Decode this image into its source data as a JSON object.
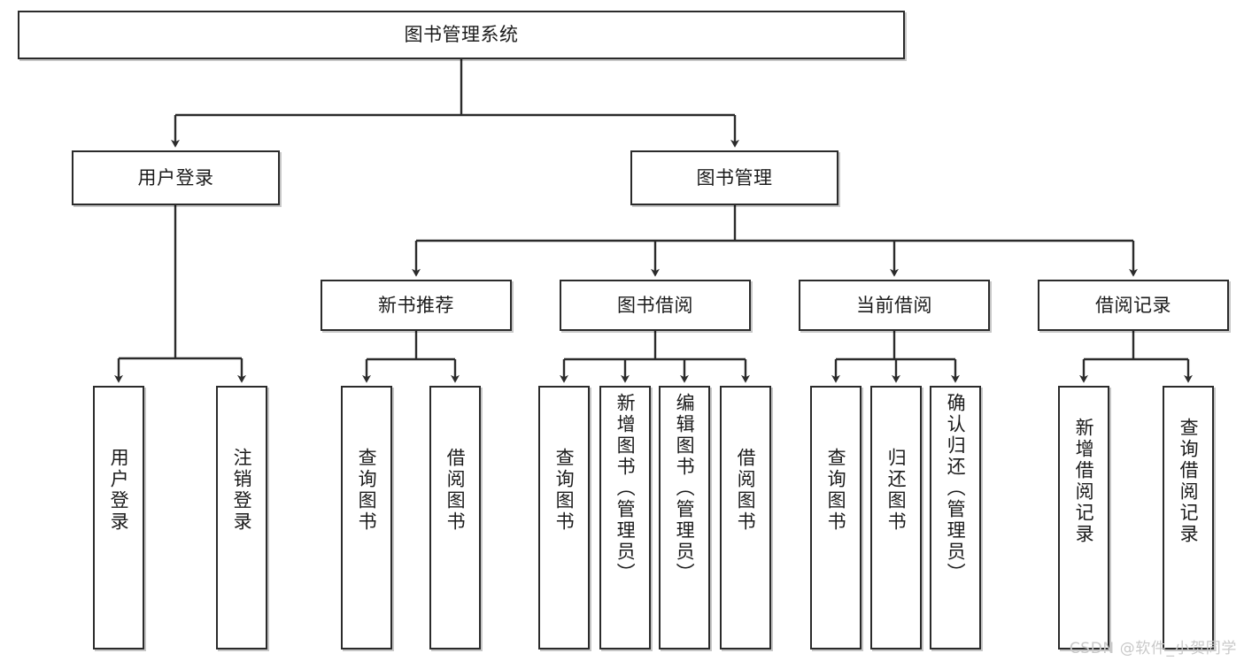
{
  "diagram": {
    "type": "tree-hierarchy",
    "title": "图书管理系统",
    "watermark": "CSDN @软件_小贺同学",
    "colors": {
      "box_border": "#2b2b2b",
      "box_fill": "#ffffff",
      "connector": "#2b2b2b",
      "text": "#1b1b1b",
      "watermark": "#c9c9c9"
    },
    "nodes": {
      "root": {
        "label": "图书管理系统"
      },
      "level2": [
        {
          "label": "用户登录"
        },
        {
          "label": "图书管理"
        }
      ],
      "level3": [
        {
          "label": "新书推荐"
        },
        {
          "label": "图书借阅"
        },
        {
          "label": "当前借阅"
        },
        {
          "label": "借阅记录"
        }
      ],
      "leaves_user_login": [
        {
          "label": "用户登录"
        },
        {
          "label": "注销登录"
        }
      ],
      "leaves_new_book": [
        {
          "label": "查询图书"
        },
        {
          "label": "借阅图书"
        }
      ],
      "leaves_borrow": [
        {
          "label": "查询图书"
        },
        {
          "label": "新增图书（管理员）"
        },
        {
          "label": "编辑图书（管理员）"
        },
        {
          "label": "借阅图书"
        }
      ],
      "leaves_current": [
        {
          "label": "查询图书"
        },
        {
          "label": "归还图书"
        },
        {
          "label": "确认归还（管理员）"
        }
      ],
      "leaves_records": [
        {
          "label": "新增借阅记录"
        },
        {
          "label": "查询借阅记录"
        }
      ]
    }
  }
}
